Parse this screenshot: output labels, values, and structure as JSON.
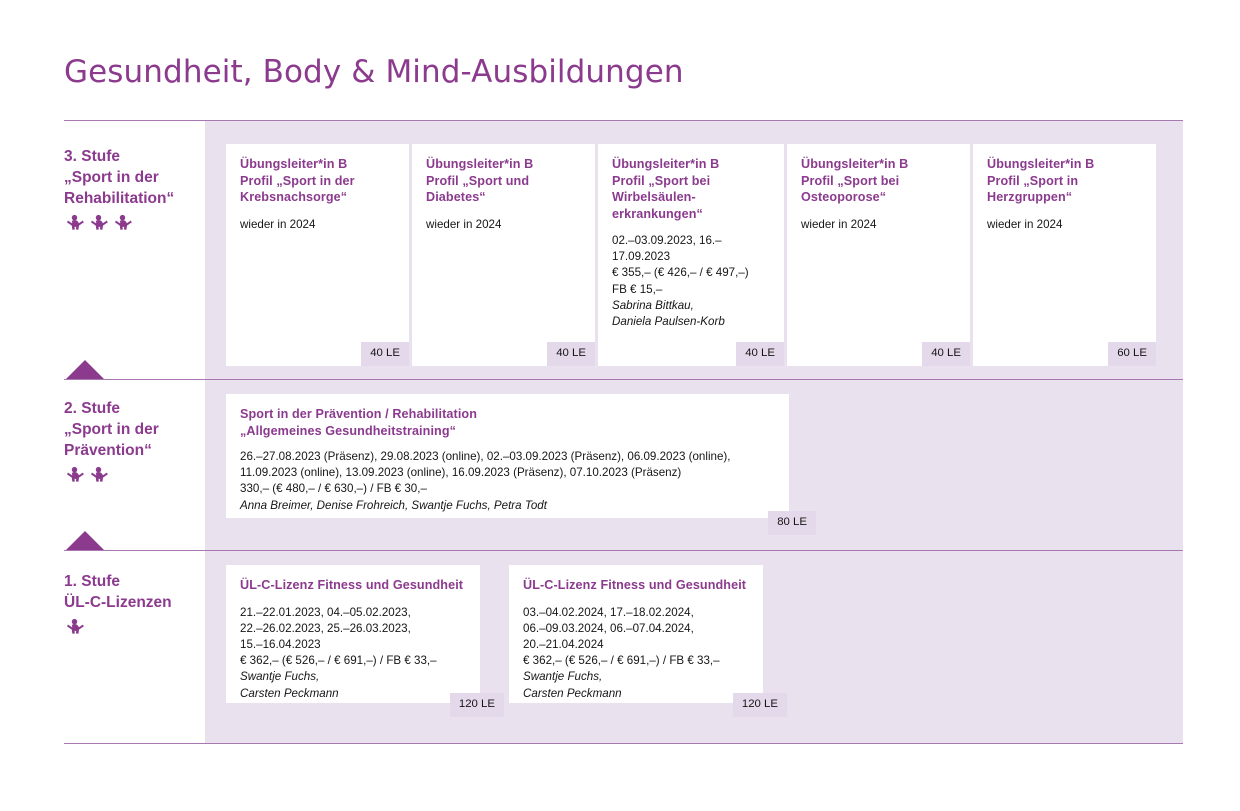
{
  "header": {
    "title": "Gesundheit, Body & Mind-Ausbildungen"
  },
  "stages": [
    {
      "id": "stage-3",
      "lines": [
        "3. Stufe",
        "„Sport in der",
        "Rehabilitation“"
      ],
      "figure_count": 3,
      "figure_icon": "person-figure-icon"
    },
    {
      "id": "stage-2",
      "lines": [
        "2. Stufe",
        "„Sport in der",
        "Prävention“"
      ],
      "figure_count": 2,
      "figure_icon": "person-figure-icon"
    },
    {
      "id": "stage-1",
      "lines": [
        "1. Stufe",
        "ÜL-C-Lizenzen"
      ],
      "figure_count": 1,
      "figure_icon": "person-figure-icon"
    }
  ],
  "row3": {
    "cards": [
      {
        "title": "Übungsleiter*in B\nProfil „Sport in der\nKrebsnachsorge“",
        "body": "wieder in 2024",
        "le": "40 LE"
      },
      {
        "title": "Übungsleiter*in B\nProfil „Sport und\nDiabetes“",
        "body": "wieder in 2024",
        "le": "40 LE"
      },
      {
        "title": "Übungsleiter*in B\nProfil „Sport bei\nWirbelsäulen-\nerkrankungen“",
        "body": "02.–03.09.2023, 16.–17.09.2023\n€ 355,– (€ 426,– / € 497,–)\nFB € 15,–",
        "body_italic": "Sabrina Bittkau,\nDaniela Paulsen-Korb",
        "le": "40 LE"
      },
      {
        "title": "Übungsleiter*in B\nProfil „Sport bei\nOsteoporose“",
        "body": "wieder in 2024",
        "le": "40 LE"
      },
      {
        "title": "Übungsleiter*in B\nProfil „Sport in\nHerzgruppen“",
        "body": "wieder in 2024",
        "le": "60 LE"
      }
    ]
  },
  "row2": {
    "card": {
      "title": "Sport in der Prävention / Rehabilitation\n„Allgemeines Gesundheitstraining“",
      "body": "26.–27.08.2023 (Präsenz), 29.08.2023 (online), 02.–03.09.2023 (Präsenz), 06.09.2023 (online),\n11.09.2023 (online), 13.09.2023 (online), 16.09.2023 (Präsenz), 07.10.2023 (Präsenz)\n330,– (€ 480,– / € 630,–) / FB € 30,–",
      "body_italic": "Anna Breimer, Denise Frohreich, Swantje Fuchs, Petra Todt",
      "le": "80 LE"
    }
  },
  "row1": {
    "cards": [
      {
        "title": "ÜL-C-Lizenz Fitness und Gesundheit",
        "body": "21.–22.01.2023, 04.–05.02.2023,\n22.–26.02.2023, 25.–26.03.2023,\n15.–16.04.2023\n€ 362,– (€ 526,– / € 691,–) / FB € 33,–",
        "body_italic": "Swantje Fuchs,\nCarsten Peckmann",
        "le": "120 LE"
      },
      {
        "title": "ÜL-C-Lizenz Fitness und Gesundheit",
        "body": "03.–04.02.2024, 17.–18.02.2024,\n06.–09.03.2024, 06.–07.04.2024,\n20.–21.04.2024",
        "body2": "€ 362,– (€ 526,– / € 691,–) / FB € 33,–",
        "body_italic": "Swantje Fuchs,\nCarsten Peckmann",
        "le": "120 LE"
      }
    ]
  },
  "colors": {
    "accent": "#8b3a8e",
    "band": "#e9e1ee",
    "badge": "#e4d9ea",
    "rule": "#a878b0",
    "card": "#ffffff",
    "text": "#161616"
  }
}
